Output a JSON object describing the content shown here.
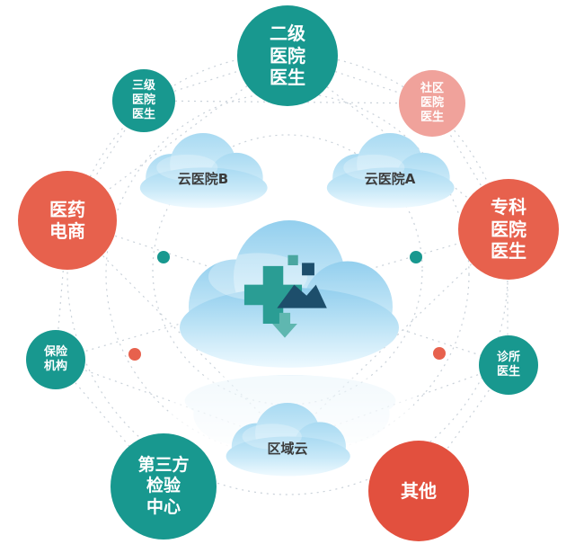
{
  "diagram": {
    "clouds": [
      {
        "label": "云医院B"
      },
      {
        "label": "云医院A"
      },
      {
        "label": "区域云"
      }
    ],
    "center": {
      "icon": "medical-plus-mountain-upload-icon"
    },
    "nodes": [
      {
        "label": "二级\n医院\n医生",
        "color": "#18988f",
        "size": "large"
      },
      {
        "label": "三级\n医院\n医生",
        "color": "#18988f",
        "size": "small"
      },
      {
        "label": "社区\n医院\n医生",
        "color": "#f0a29b",
        "size": "small"
      },
      {
        "label": "医药\n电商",
        "color": "#e7614d",
        "size": "large"
      },
      {
        "label": "专科\n医院\n医生",
        "color": "#e7614d",
        "size": "large"
      },
      {
        "label": "保险\n机构",
        "color": "#18988f",
        "size": "small"
      },
      {
        "label": "诊所\n医生",
        "color": "#18988f",
        "size": "small"
      },
      {
        "label": "第三方\n检验\n中心",
        "color": "#18988f",
        "size": "large"
      },
      {
        "label": "其他",
        "color": "#e2503e",
        "size": "large"
      }
    ],
    "colors": {
      "teal": "#18988f",
      "salmon": "#f0a29b",
      "orange_red": "#e7614d",
      "red": "#e2503e",
      "cloud_blue": "#a9daf2",
      "icon_teal": "#2a9d94",
      "icon_navy": "#1d4e6b",
      "dotted_line": "#c9d1d9"
    }
  }
}
